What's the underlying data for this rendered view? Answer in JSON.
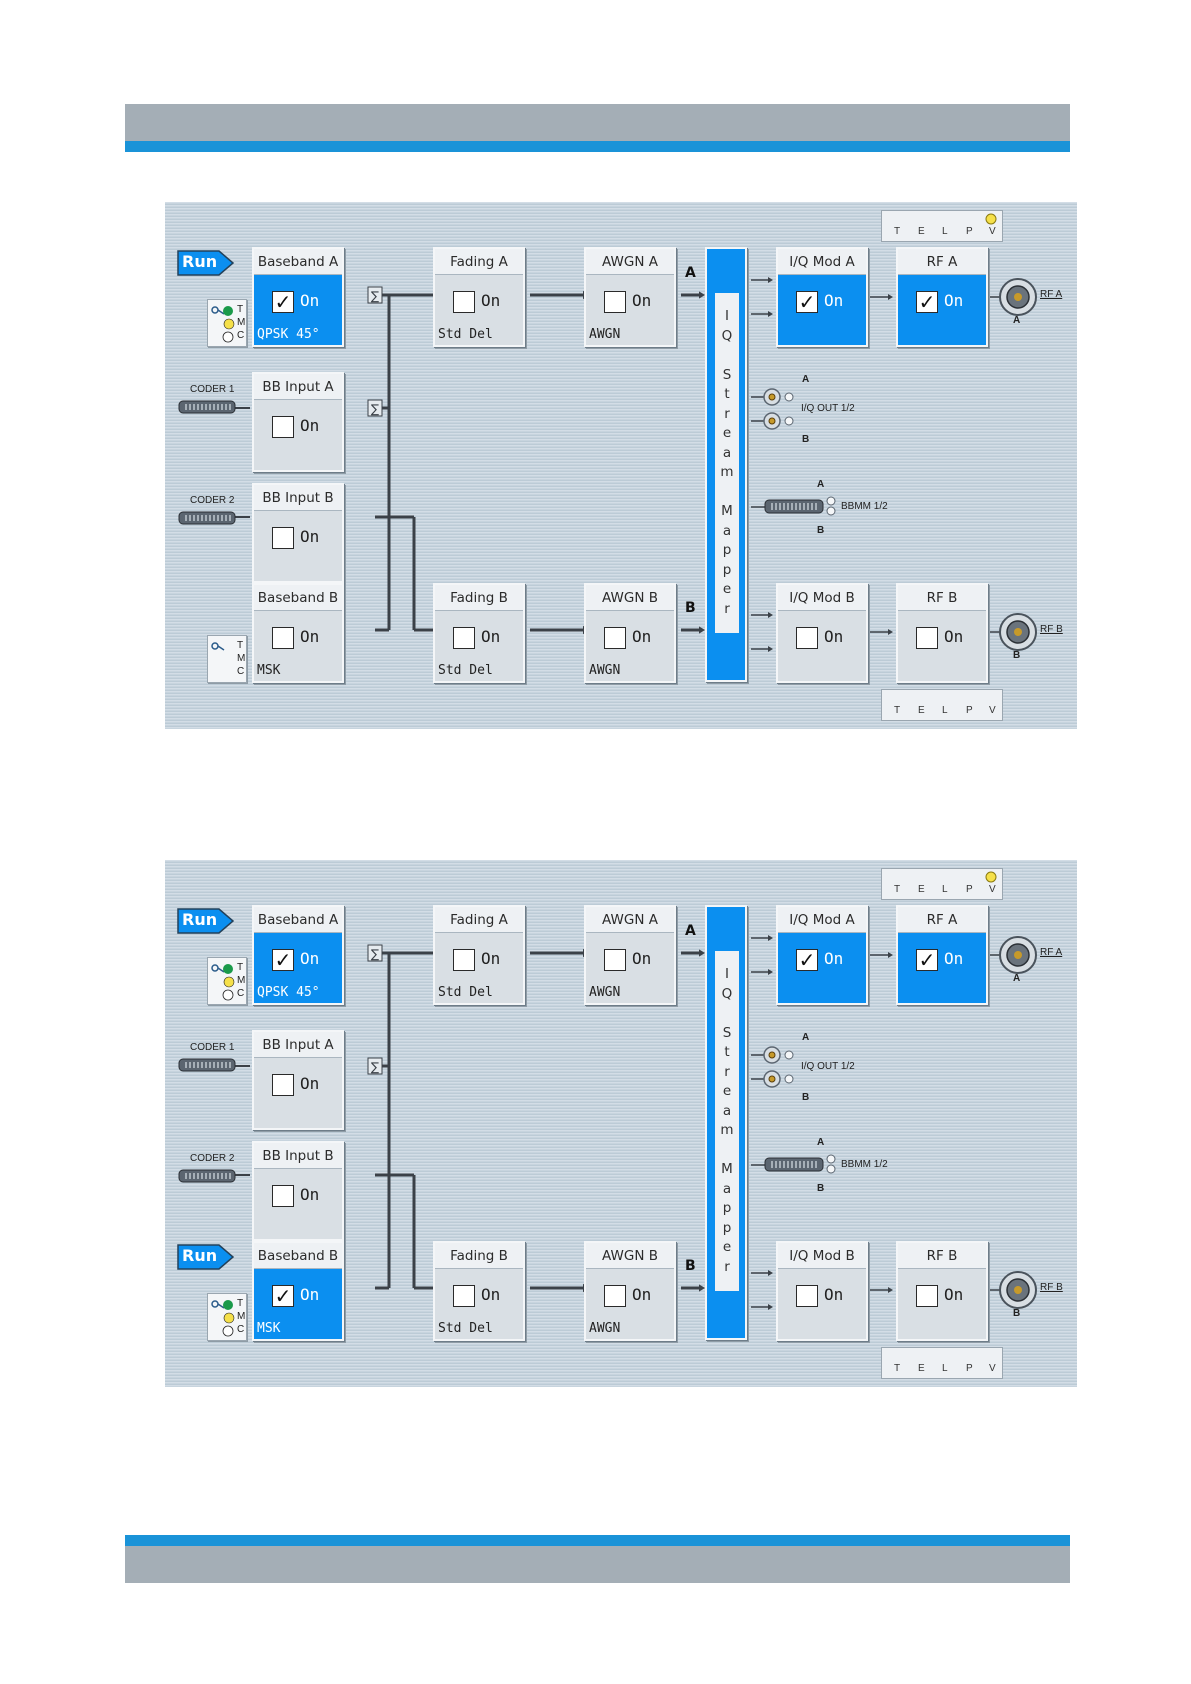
{
  "colors": {
    "accent": "#0b8ff0",
    "header_gray": "#a4aeb6",
    "header_blue": "#1a93d8",
    "panel_bg": "#c4d2dd"
  },
  "icons": [
    "run-arrow-icon",
    "signal-tmc-icon",
    "coder-connector-icon",
    "sum-icon",
    "arrow-icon",
    "rf-connector-icon",
    "iq-out-connector-icon",
    "bbmm-connector-icon",
    "led-icon"
  ],
  "panels": [
    {
      "run_top_label": "Run",
      "baseband_a": {
        "title": "Baseband A",
        "check": "✓",
        "on": "On",
        "sub": "QPSK 45°"
      },
      "bb_input_a": {
        "title": "BB Input A",
        "check": "",
        "on": "On"
      },
      "bb_input_b": {
        "title": "BB Input B",
        "check": "",
        "on": "On"
      },
      "baseband_b": {
        "title": "Baseband B",
        "check": "",
        "on": "On",
        "sub": "MSK"
      },
      "fading_a": {
        "title": "Fading A",
        "check": "",
        "on": "On",
        "sub": "Std Del"
      },
      "fading_b": {
        "title": "Fading B",
        "check": "",
        "on": "On",
        "sub": "Std Del"
      },
      "awgn_a": {
        "title": "AWGN A",
        "check": "",
        "on": "On",
        "sub": "AWGN"
      },
      "awgn_b": {
        "title": "AWGN B",
        "check": "",
        "on": "On",
        "sub": "AWGN"
      },
      "iq_mod_a": {
        "title": "I/Q Mod A",
        "check": "✓",
        "on": "On"
      },
      "iq_mod_b": {
        "title": "I/Q Mod B",
        "check": "",
        "on": "On"
      },
      "rf_a": {
        "title": "RF A",
        "check": "✓",
        "on": "On"
      },
      "rf_b": {
        "title": "RF B",
        "check": "",
        "on": "On"
      },
      "coder1": "CODER 1",
      "coder2": "CODER 2",
      "path_a": "A",
      "path_b": "B",
      "mapper_chars": [
        "I",
        "Q",
        "",
        "S",
        "t",
        "r",
        "e",
        "a",
        "m",
        "",
        "M",
        "a",
        "p",
        "p",
        "e",
        "r"
      ],
      "iq_out_label": "I/Q OUT 1/2",
      "bbmm_label": "BBMM 1/2",
      "rf_a_label": "RF A",
      "rf_b_label": "RF B",
      "conn_a": "A",
      "conn_b": "B",
      "telpv": [
        "T",
        "E",
        "L",
        "P",
        "V"
      ],
      "tmc": [
        "T",
        "M",
        "C"
      ]
    },
    {
      "run_top_label": "Run",
      "run_bottom_label": "Run",
      "baseband_a": {
        "title": "Baseband A",
        "check": "✓",
        "on": "On",
        "sub": "QPSK 45°"
      },
      "bb_input_a": {
        "title": "BB Input A",
        "check": "",
        "on": "On"
      },
      "bb_input_b": {
        "title": "BB Input B",
        "check": "",
        "on": "On"
      },
      "baseband_b": {
        "title": "Baseband B",
        "check": "✓",
        "on": "On",
        "sub": "MSK"
      },
      "fading_a": {
        "title": "Fading A",
        "check": "",
        "on": "On",
        "sub": "Std Del"
      },
      "fading_b": {
        "title": "Fading B",
        "check": "",
        "on": "On",
        "sub": "Std Del"
      },
      "awgn_a": {
        "title": "AWGN A",
        "check": "",
        "on": "On",
        "sub": "AWGN"
      },
      "awgn_b": {
        "title": "AWGN B",
        "check": "",
        "on": "On",
        "sub": "AWGN"
      },
      "iq_mod_a": {
        "title": "I/Q Mod A",
        "check": "✓",
        "on": "On"
      },
      "iq_mod_b": {
        "title": "I/Q Mod B",
        "check": "",
        "on": "On"
      },
      "rf_a": {
        "title": "RF A",
        "check": "✓",
        "on": "On"
      },
      "rf_b": {
        "title": "RF B",
        "check": "",
        "on": "On"
      },
      "coder1": "CODER 1",
      "coder2": "CODER 2",
      "path_a": "A",
      "path_b": "B",
      "mapper_chars": [
        "I",
        "Q",
        "",
        "S",
        "t",
        "r",
        "e",
        "a",
        "m",
        "",
        "M",
        "a",
        "p",
        "p",
        "e",
        "r"
      ],
      "iq_out_label": "I/Q OUT 1/2",
      "bbmm_label": "BBMM 1/2",
      "rf_a_label": "RF A",
      "rf_b_label": "RF B",
      "conn_a": "A",
      "conn_b": "B",
      "telpv": [
        "T",
        "E",
        "L",
        "P",
        "V"
      ],
      "tmc": [
        "T",
        "M",
        "C"
      ]
    }
  ]
}
